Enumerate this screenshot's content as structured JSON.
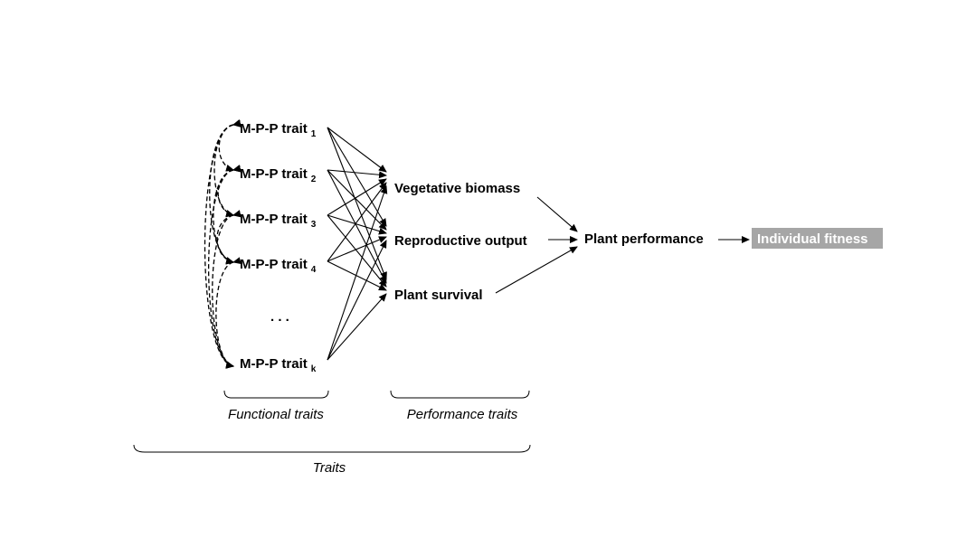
{
  "functional_traits": [
    {
      "label": "M-P-P trait",
      "index": "1"
    },
    {
      "label": "M-P-P trait",
      "index": "2"
    },
    {
      "label": "M-P-P trait",
      "index": "3"
    },
    {
      "label": "M-P-P trait",
      "index": "4"
    },
    {
      "label": "M-P-P trait",
      "index": "k"
    }
  ],
  "ellipsis": ". . .",
  "performance_traits": [
    "Vegetative biomass",
    "Reproductive output",
    "Plant survival"
  ],
  "plant_performance": "Plant performance",
  "individual_fitness": "Individual fitness",
  "captions": {
    "functional": "Functional traits",
    "performance": "Performance traits",
    "traits": "Traits"
  },
  "colors": {
    "fitness_box": "#a6a6a6",
    "ink": "#000000"
  }
}
